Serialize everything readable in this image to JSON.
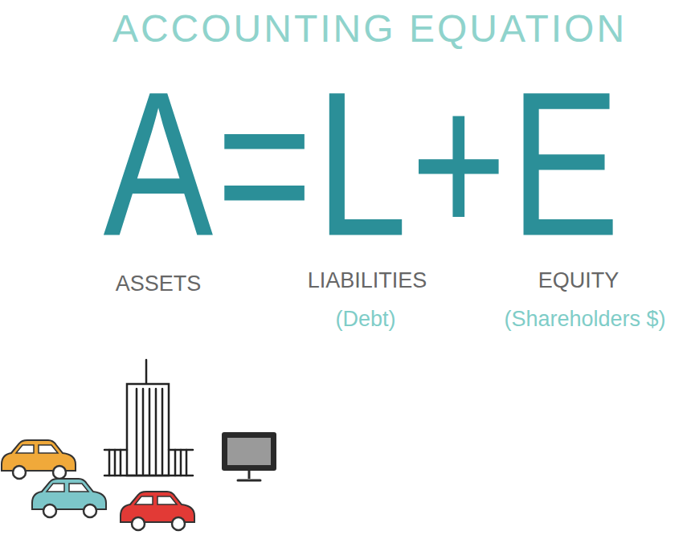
{
  "diagram": {
    "title": "ACCOUNTING EQUATION",
    "labels": [
      "A=L+E",
      "ASSETS",
      "LIABILITIES",
      "(Debt)",
      "EQUITY",
      "(Shareholders $)"
    ]
  }
}
